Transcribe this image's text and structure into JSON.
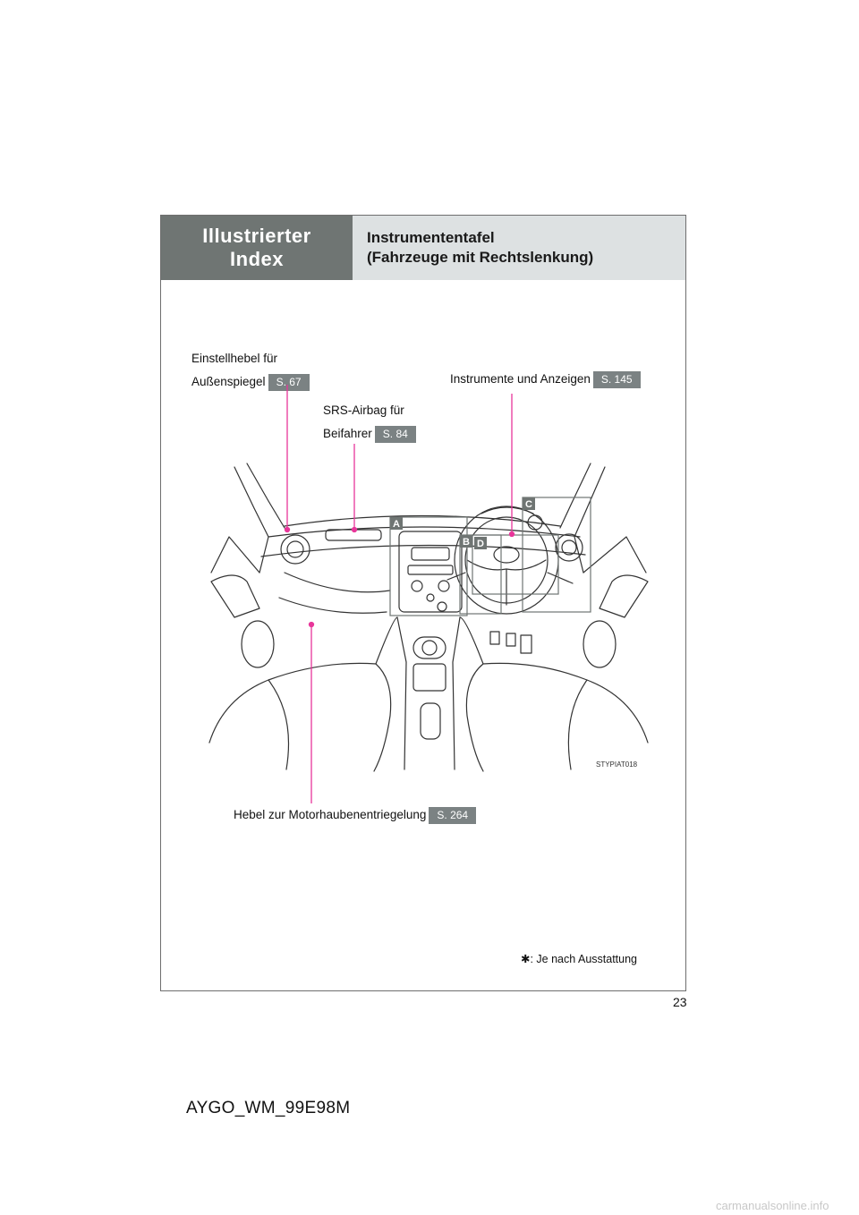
{
  "header": {
    "section_line1": "Illustrierter",
    "section_line2": "Index",
    "title_line1": "Instrumententafel",
    "title_line2": "(Fahrzeuge mit Rechtslenkung)"
  },
  "callouts": {
    "mirror_lever_line1": "Einstellhebel für",
    "mirror_lever_line2": "Außenspiegel",
    "mirror_lever_page": "S. 67",
    "instruments_label": "Instrumente und Anzeigen",
    "instruments_page": "S. 145",
    "airbag_line1": "SRS-Airbag für",
    "airbag_line2": "Beifahrer",
    "airbag_page": "S. 84",
    "hood_label": "Hebel zur Motorhaubenentriegelung",
    "hood_page": "S. 264"
  },
  "zone_markers": [
    "A",
    "B",
    "C",
    "D"
  ],
  "figure_code": "STYPIAT018",
  "footnote": "✱: Je nach Ausstattung",
  "page_number": "23",
  "doc_code": "AYGO_WM_99E98M",
  "watermark": "carmanualsonline.info",
  "colors": {
    "header_dark": "#6f7573",
    "header_light": "#dde1e2",
    "badge": "#7b8283",
    "leader": "#e8369a"
  }
}
